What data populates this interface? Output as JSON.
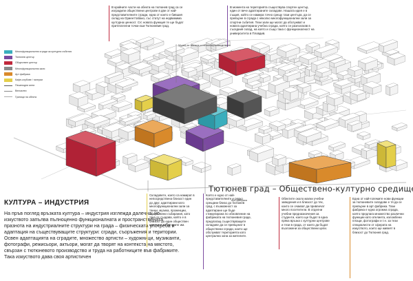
{
  "notes": {
    "top_left": "В крайните части на обекта на тютюнев град са се изградили обществени центрове в две от най-представителните сгради, една от които е бившия склад на Ориенттабако, със статут на недвижима културна ценност. Сгс новата функция те ще бъдат притегателни точки към Тютюневия град.",
    "top_right": "В момента на територията съществува спортен център, един от вече адаптираните складове. Нашата идея е в същия, който се намира точно срещу тази центъра, да се превърне в сграда с няколко многофункционални зали за спортни събития. Тези зали ще могат да обслужват и новата адаптирана учебна сграда, която се разполагав в съседния склад, на която и също така с функционалност на университета в Пловдив.",
    "bottom_1": "Складовете, които са намират в непосредствена близост един до друг, адаптирани като многофункционални зали за танци, музика, прожекции, обществени събирания, като така се създава, който е в близост до един обществен център и за авторите им.",
    "bottom_2": "Която е едно от най-представителните и рядко срещани близо до тютюнев град, с възможност за адаптиране ще бъде стимулирана по обновление на фабриката на тютюневия граде, предлагащ съществуващите складове да се превърнат в обществени сгради, които ще обслужват територията като централна зона за жителите.",
    "bottom_3": "Обектите около малки учебни заведения и в близост до тях, които се очакват да привличат много посетители. В отделни учебни предназначения за студенти, които ще бъдат в една пряка връзка с културни центрове и тези в града, от които да бъдат възложени за обществени цели.",
    "bottom_4": "Една от най-големите нови функции за тютюневите складове е тя да се превърне в арт фабрика. Тази фабрика е една огромна сграда, която предлага множество различни функции като ателиета, изложбени площи, фотографи и т.н. за тези специалисти от сферата на изкуството, които ще живеят в близост до Тютюнев град."
  },
  "labels": {
    "top_center": "Музей на тютюна и тютюнопроизводството",
    "art_label": "Арт фабрика"
  },
  "legend": [
    {
      "label": "Многофункционални сгради за културни събития",
      "color": "#3aaebd",
      "kind": "swatch"
    },
    {
      "label": "Тютюнев център",
      "color": "#7b4aa0",
      "kind": "swatch"
    },
    {
      "label": "Обществен център",
      "color": "#c0283c",
      "kind": "swatch"
    },
    {
      "label": "Многофункционални зали",
      "color": "#8a8a8a",
      "kind": "swatch"
    },
    {
      "label": "Арт фабрика",
      "color": "#d98a2b",
      "kind": "swatch"
    },
    {
      "label": "Кафе-клубове / галерии",
      "color": "#e4cf4a",
      "kind": "swatch"
    },
    {
      "label": "Пешеходни алеи",
      "color": "#555555",
      "kind": "line"
    },
    {
      "label": "Велоалеи",
      "color": "#888888",
      "kind": "line"
    },
    {
      "label": "Граници на обекта",
      "color": "#aaaaaa",
      "kind": "line"
    }
  ],
  "banner": "Тютюнев град – Обществено-културно средище",
  "heading": "КУЛТУРА – ИНДУСТРИЯ",
  "body": "На пръв поглед връзката култура – индустрия изглежда далечна, но изкуството запълва пълноценно функционалната и пространствената празнота на индустриалните структури на града – физическата употреба и адаптация на съществуващите структури: сгради, съоръжения и територии. Освен адаптацията на сградите, множество артисти – художници, музиканти, фотографи, режисьори, актьори, могат да творят на контекста на мястото, свързан с тютюневото производство и труда на работниците във фабриките. Така изкуството дава своя артистичен",
  "colors": {
    "red": "#c0283c",
    "purple": "#7b4aa0",
    "teal": "#3aaebd",
    "orange": "#d98a2b",
    "yellow": "#e4cf4a",
    "grey": "#9a9a9a",
    "building": "#ffffff",
    "outline": "#4a4a4a"
  }
}
